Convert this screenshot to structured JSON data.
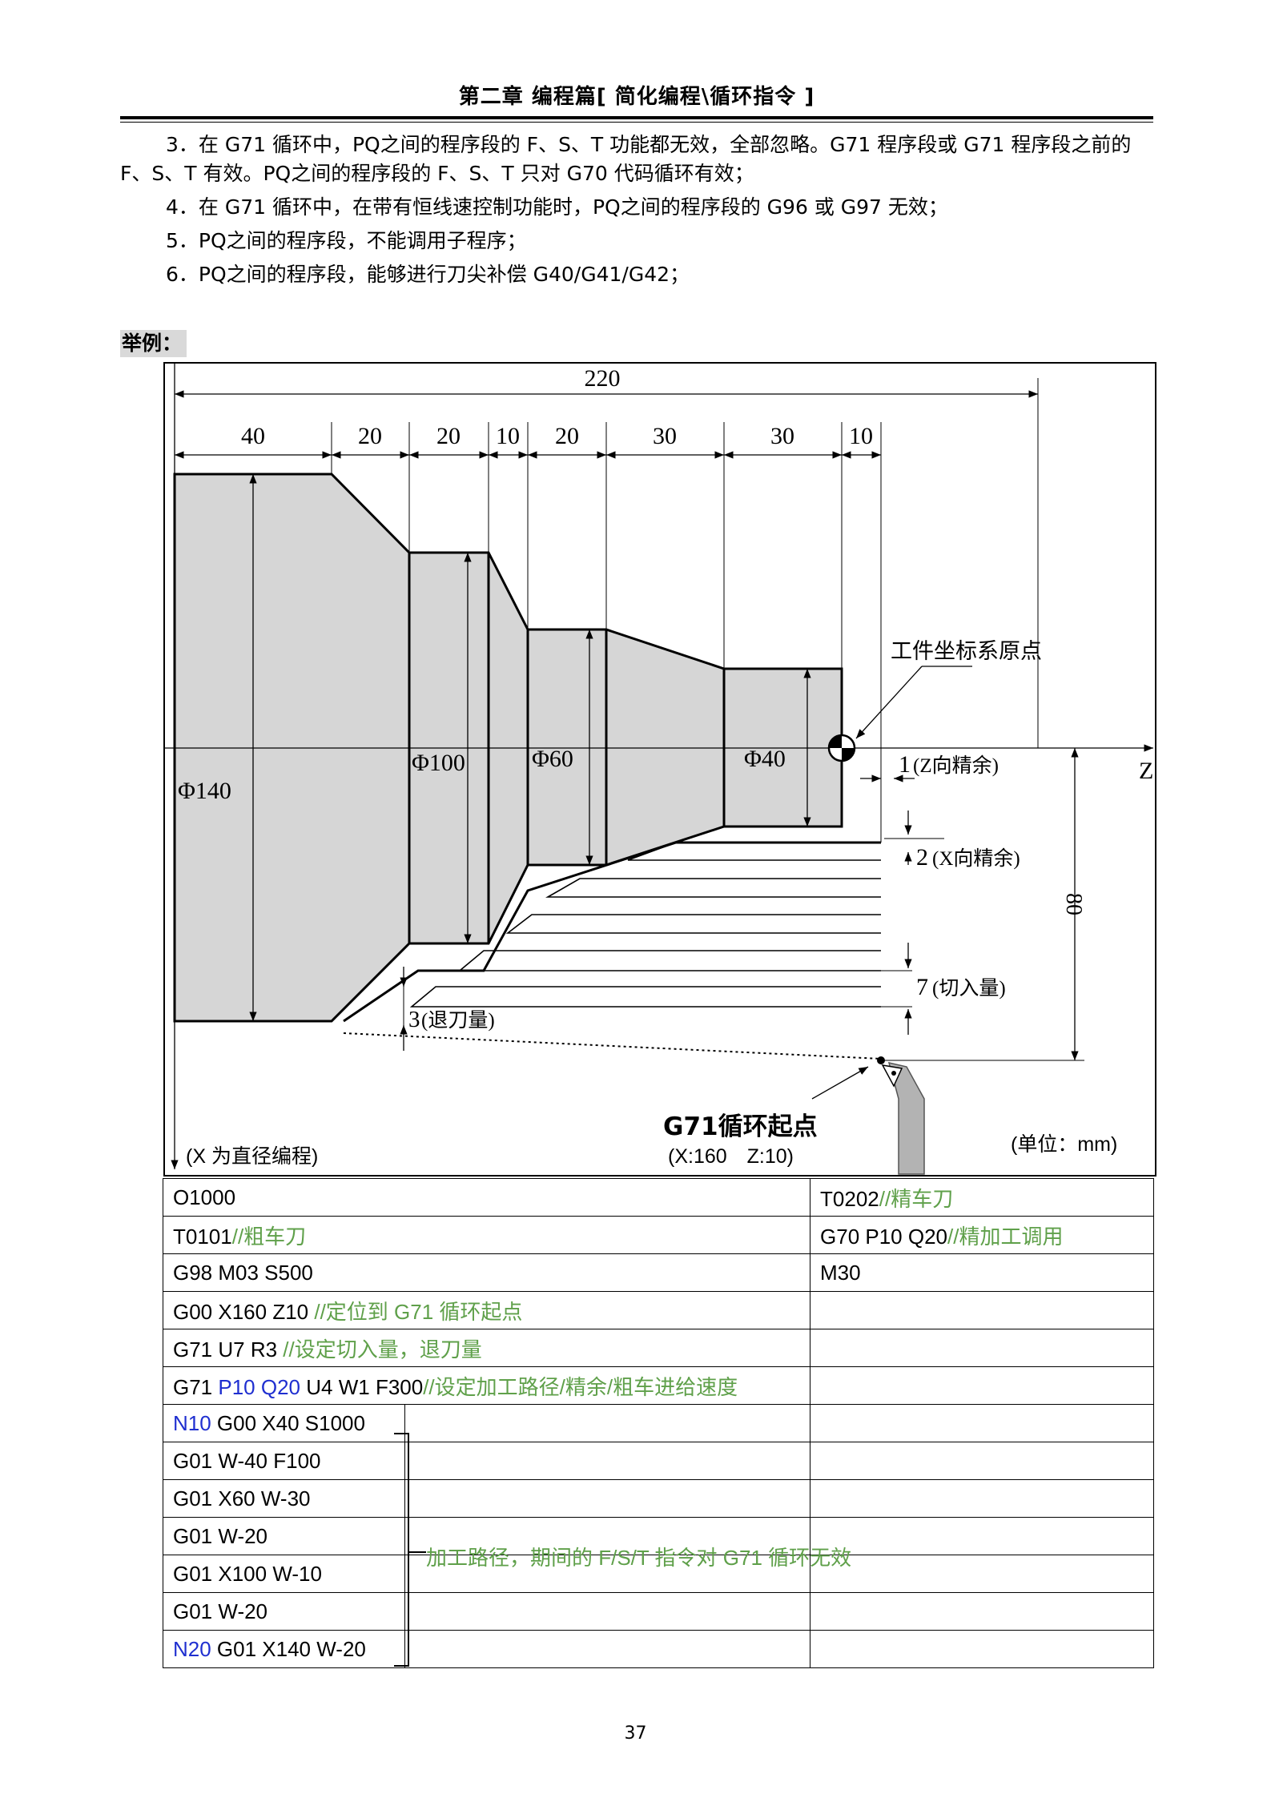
{
  "header": {
    "title": "第二章 编程篇[ 简化编程\\循环指令 ]"
  },
  "paragraphs": {
    "p3": "3．在 G71 循环中，PQ之间的程序段的 F、S、T 功能都无效，全部忽略。G71 程序段或 G71 程序段之前的 F、S、T 有效。PQ之间的程序段的 F、S、T 只对 G70 代码循环有效；",
    "p4": "4．在 G71 循环中，在带有恒线速控制功能时，PQ之间的程序段的 G96 或 G97 无效；",
    "p5": "5．PQ之间的程序段，不能调用子程序；",
    "p6": "6．PQ之间的程序段，能够进行刀尖补偿 G40/G41/G42；"
  },
  "example_label": "举例：",
  "figure": {
    "dim_total": "220",
    "dims": [
      "40",
      "20",
      "20",
      "10",
      "20",
      "30",
      "30",
      "10"
    ],
    "diameters": [
      "Φ140",
      "Φ100",
      "Φ60",
      "Φ40"
    ],
    "origin_label": "工件坐标系原点",
    "z_axis": "Z",
    "z_finish": "1",
    "z_finish_note": "(Z向精余)",
    "x_finish": "2",
    "x_finish_note": "(X向精余)",
    "depth": "7",
    "depth_note": "(切入量)",
    "retract": "3",
    "retract_note": "(退刀量)",
    "height": "80",
    "start_title": "G71循环起点",
    "start_coords": "(X:160　Z:10)",
    "x_note": "(X 为直径编程)",
    "unit": "(单位：mm)"
  },
  "code": {
    "r1": {
      "left": "O1000",
      "right_code": "T0202",
      "right_comment": "//精车刀"
    },
    "r2": {
      "left_code": "T0101",
      "left_comment": "//粗车刀",
      "right_code": "G70 P10 Q20",
      "right_comment": "//精加工调用"
    },
    "r3": {
      "left": "G98 M03 S500",
      "right": "M30"
    },
    "r4": {
      "code": "G00 X160 Z10 ",
      "comment": "//定位到 G71 循环起点"
    },
    "r5": {
      "code": "G71 U7 R3 ",
      "comment": "//设定切入量，退刀量"
    },
    "r6": {
      "code_a": "G71 ",
      "p": "P10",
      "q": "Q20",
      "code_b": " U4 W1 F300",
      "comment": "//设定加工路径/精余/粗车进给速度"
    },
    "r7": {
      "n": "N10",
      "code": " G00 X40 S1000"
    },
    "r8": "G01 W-40 F100",
    "r9": "G01 X60 W-30",
    "r10": "G01 W-20",
    "r11": "G01 X100 W-10",
    "r12": "G01 W-20",
    "r13": {
      "n": "N20",
      "code": " G01 X140 W-20"
    },
    "bracket_note": "加工路径，期间的 F/S/T 指令对 G71 循环无效"
  },
  "page_number": "37"
}
